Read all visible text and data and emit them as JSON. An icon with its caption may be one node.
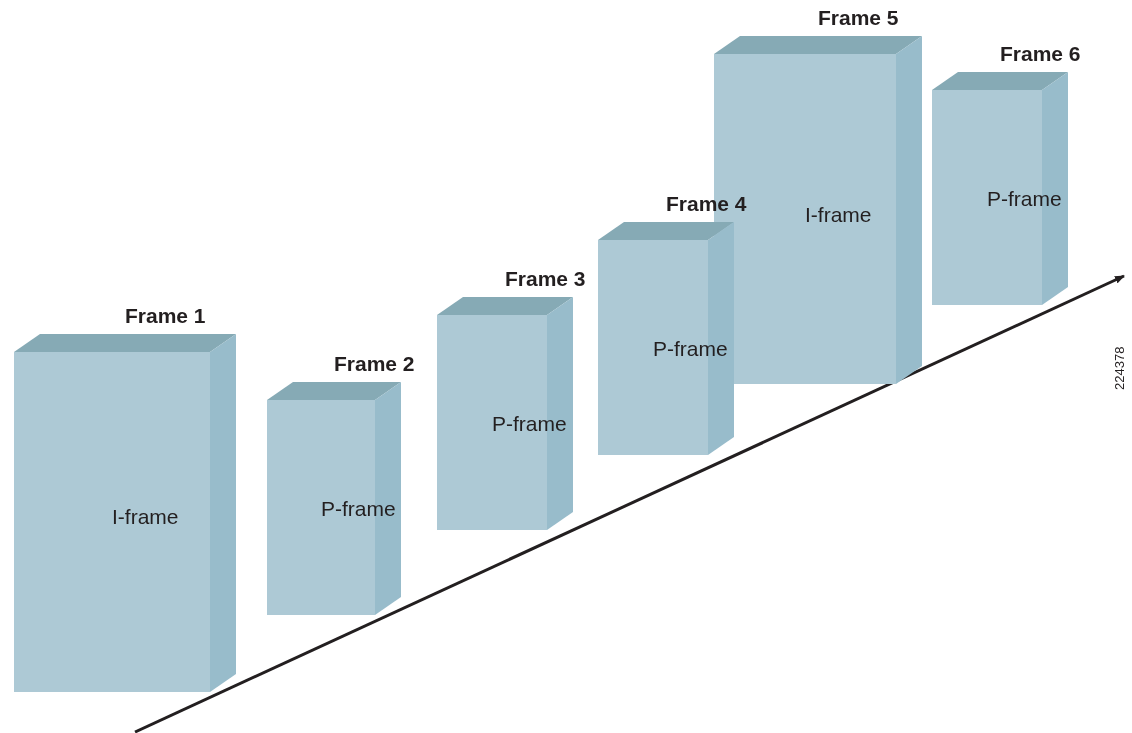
{
  "diagram": {
    "nodes": [
      {
        "text": [
          "Frame 1",
          "I-frame"
        ]
      },
      {
        "text": [
          "Frame 2",
          "P-frame"
        ]
      },
      {
        "text": [
          "Frame 3",
          "P-frame"
        ]
      },
      {
        "text": [
          "Frame 4",
          "P-frame"
        ]
      },
      {
        "text": [
          "Frame 5",
          "I-frame"
        ]
      },
      {
        "text": [
          "Frame 6",
          "P-frame"
        ]
      }
    ],
    "labels": [
      "224378"
    ]
  }
}
